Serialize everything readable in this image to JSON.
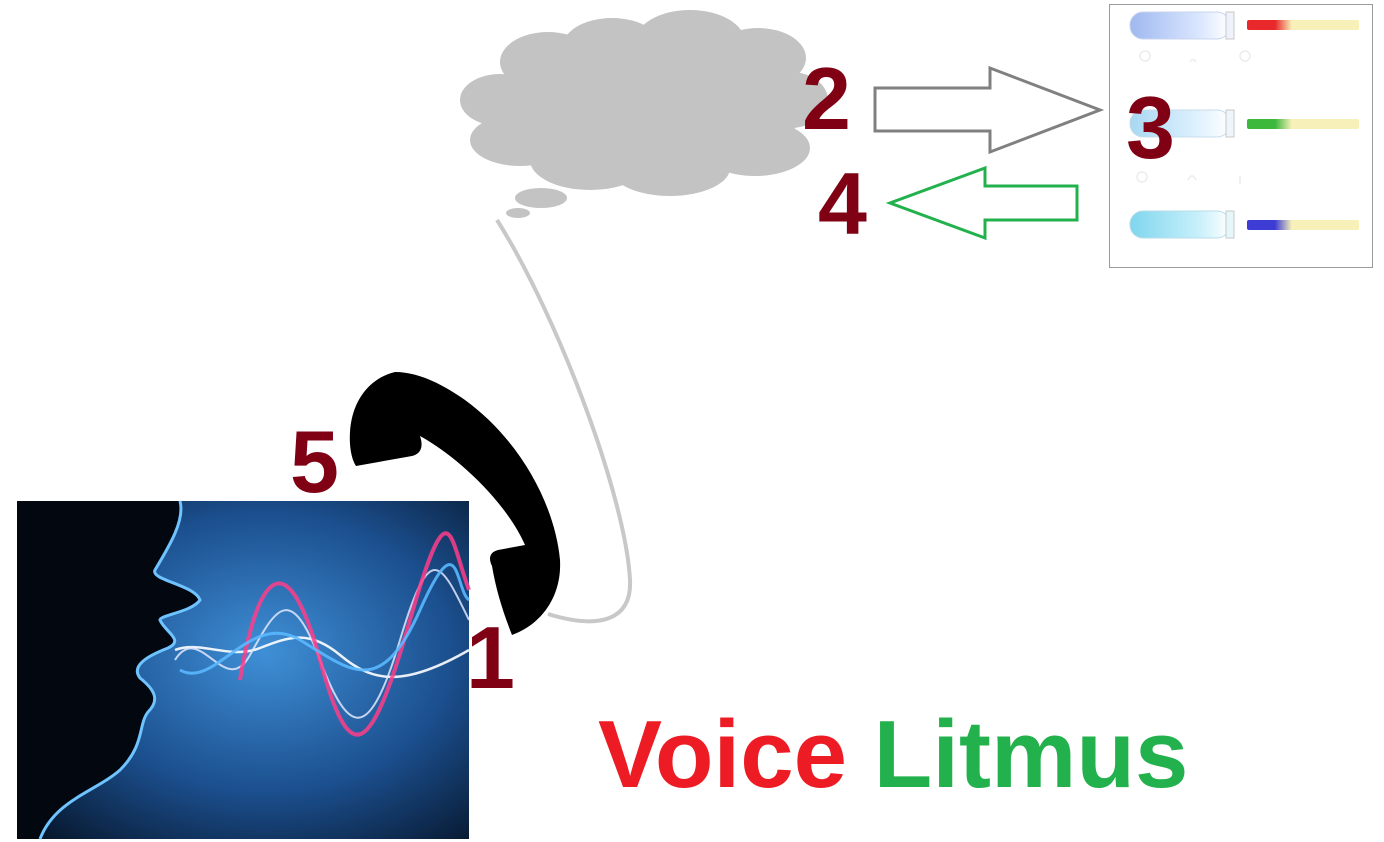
{
  "steps": [
    {
      "label": "1",
      "color": "#800014"
    },
    {
      "label": "2",
      "color": "#800014"
    },
    {
      "label": "3",
      "color": "#800014"
    },
    {
      "label": "4",
      "color": "#800014"
    },
    {
      "label": "5",
      "color": "#800014"
    }
  ],
  "title": {
    "word1": "Voice",
    "word2": "Litmus",
    "word1_color": "#ed1c24",
    "word2_color": "#22b14c"
  },
  "icons": {
    "speaker": "speaking-face-sound-waves-icon",
    "handset": "telephone-handset-icon",
    "cloud": "thought-cloud-icon",
    "litmus": "litmus-test-tubes-icon",
    "arrow_out": "right-arrow-icon",
    "arrow_back": "left-arrow-icon"
  },
  "colors": {
    "cloud": "#c3c3c3",
    "arrow_out": "#808080",
    "arrow_back": "#22b14c",
    "strip_red": "#e8282b",
    "strip_green": "#3cb83c",
    "strip_blue": "#3d3dd6",
    "strip_paper": "#f7f0b8"
  }
}
